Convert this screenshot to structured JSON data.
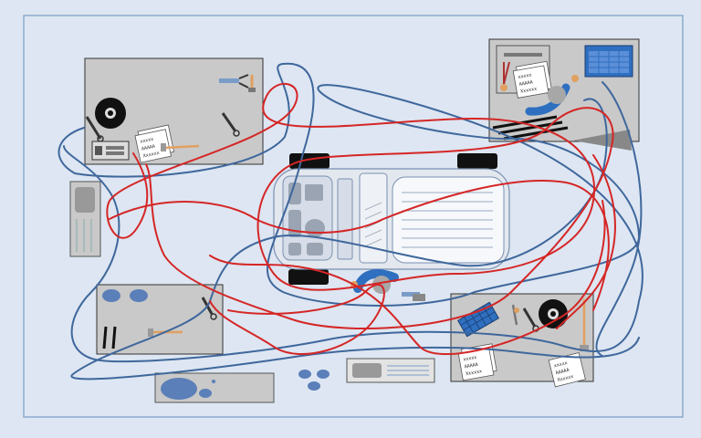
{
  "colors": {
    "background": "#dde6f2",
    "frame": "#7a9cc8",
    "station_fill": "#c9c9c9",
    "station_stroke": "#333333",
    "vehicle_fill": "#e3e8ef",
    "vehicle_stroke": "#7a90b0",
    "wheel": "#111111",
    "red_path": "#d52626",
    "blue_path": "#3f679c",
    "worker_blue": "#2f6fc0",
    "worker_head": "#a7a7a7",
    "tool_orange": "#e0a060"
  },
  "stations": [
    {
      "id": "top-left",
      "icons": [
        "tire-icon",
        "wrench-icon",
        "pliers-icon",
        "spanner-icon",
        "toolbox-icon",
        "checklist-icon",
        "hammer-icon"
      ]
    },
    {
      "id": "top-right",
      "icons": [
        "monitor-icon",
        "torque-wrench-icon",
        "checklist-icon",
        "worker-icon",
        "cable-icon"
      ]
    },
    {
      "id": "bottom-left",
      "icons": [
        "bolt-icon",
        "bolt-icon",
        "spanner-icon",
        "screwdriver-icon",
        "hammer-icon"
      ]
    },
    {
      "id": "bottom-right",
      "icons": [
        "keyboard-icon",
        "pliers-icon",
        "spanner-icon",
        "tire-icon",
        "hammer-icon",
        "checklist-icon",
        "checklist-icon"
      ]
    }
  ],
  "checklist_text": [
    "xxxxx",
    "AAAAA",
    "Xxxxxx"
  ],
  "paths": {
    "red": "operator-1",
    "blue": "operator-2"
  }
}
